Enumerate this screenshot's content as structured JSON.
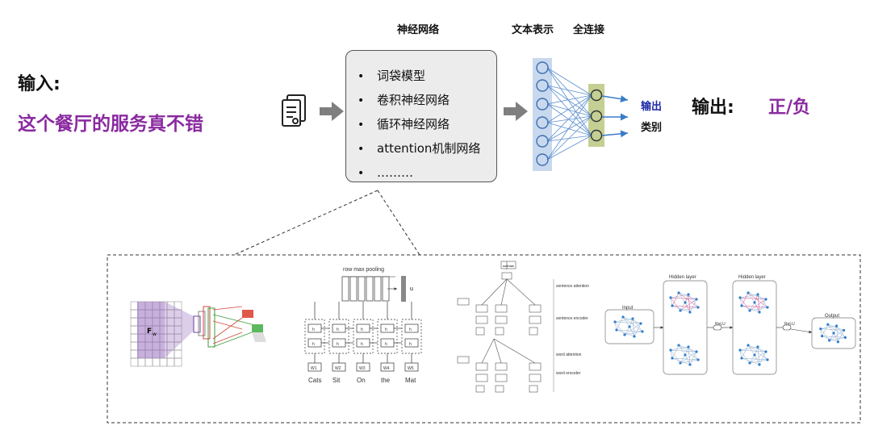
{
  "labels": {
    "neural_network": "神经网络",
    "text_repr": "文本表示",
    "fully_connected": "全连接",
    "input_label": "输入:",
    "input_text": "这个餐厅的服务真不错",
    "output_layer_line1": "输出",
    "output_layer_line2": "类别",
    "output_label": "输出:",
    "output_value": "正/负"
  },
  "models": [
    "词袋模型",
    "卷积神经网络",
    "循环神经网络",
    "attention机制网络",
    "………"
  ],
  "bullet": "•",
  "cnn_panel": {
    "label": "F",
    "sub": "w"
  },
  "rnn_panel": {
    "title": "row max pooling",
    "side_label": "u",
    "hidden_label": "h",
    "hidden_sub": "1",
    "input_labels": [
      "W1",
      "W2",
      "W3",
      "W4",
      "W5"
    ],
    "words": [
      "Cats",
      "Sit",
      "On",
      "the",
      "Mat"
    ]
  },
  "han_panel": {
    "top": "softmax",
    "sentence_attention": "sentence attention",
    "sentence_encoder": "sentence encoder",
    "word_attention": "word attention",
    "word_encoder": "word encoder"
  },
  "gnn_panel": {
    "input": "Input",
    "hidden1": "Hidden layer",
    "hidden2": "Hidden layer",
    "relu1": "ReLU",
    "relu2": "ReLU",
    "output": "Output"
  },
  "colors": {
    "purple": "#8a2aa0",
    "blue_text": "#1e2aa8",
    "input_layer": "#c8d8ee",
    "output_layer": "#c4cf94"
  }
}
